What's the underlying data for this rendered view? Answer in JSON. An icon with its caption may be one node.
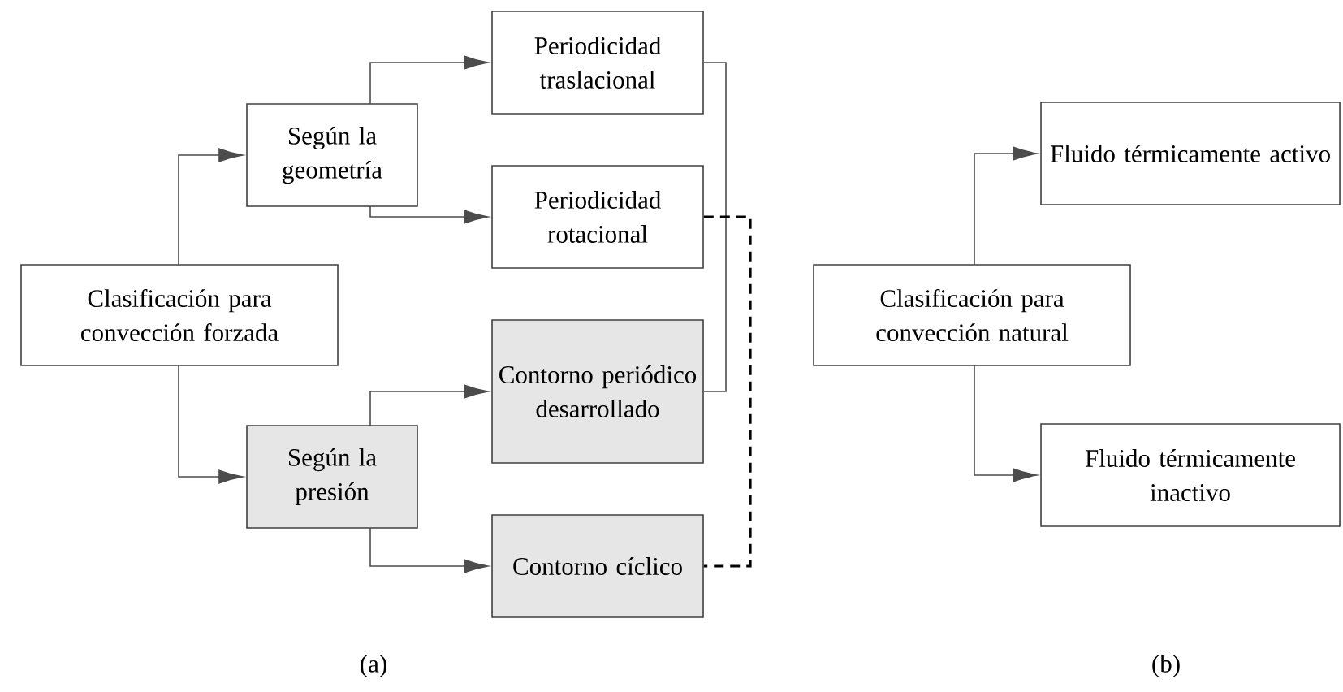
{
  "diagram": {
    "nodes": [
      {
        "text": [
          "Clasificación para convección forzada"
        ]
      },
      {
        "text": [
          "Según la geometría"
        ]
      },
      {
        "text": [
          "Periodicidad traslacional"
        ]
      },
      {
        "text": [
          "Periodicidad rotacional"
        ]
      },
      {
        "text": [
          "Contorno periódico desarrollado"
        ]
      },
      {
        "text": [
          "Según la presión"
        ]
      },
      {
        "text": [
          "Contorno cíclico"
        ]
      },
      {
        "text": [
          "Clasificación para convección natural"
        ]
      },
      {
        "text": [
          "Fluido térmicamente activo"
        ]
      },
      {
        "text": [
          "Fluido térmicamente inactivo"
        ]
      }
    ],
    "edges": [
      {
        "from": 0,
        "to": 1,
        "arrow": "to"
      },
      {
        "from": 1,
        "to": 2,
        "arrow": "to"
      },
      {
        "from": 1,
        "to": 3,
        "arrow": "to"
      },
      {
        "from": 0,
        "to": 5,
        "arrow": "to"
      },
      {
        "from": 5,
        "to": 4,
        "arrow": "to"
      },
      {
        "from": 5,
        "to": 6,
        "arrow": "to"
      },
      {
        "from": 2,
        "to": 4,
        "arrow": "none"
      },
      {
        "from": 3,
        "to": 6,
        "arrow": "none",
        "style": "dashed",
        "color": "#000000"
      },
      {
        "from": 7,
        "to": 8,
        "arrow": "to"
      },
      {
        "from": 7,
        "to": 9,
        "arrow": "to"
      }
    ],
    "labels": [
      "(a)",
      "(b)"
    ]
  }
}
